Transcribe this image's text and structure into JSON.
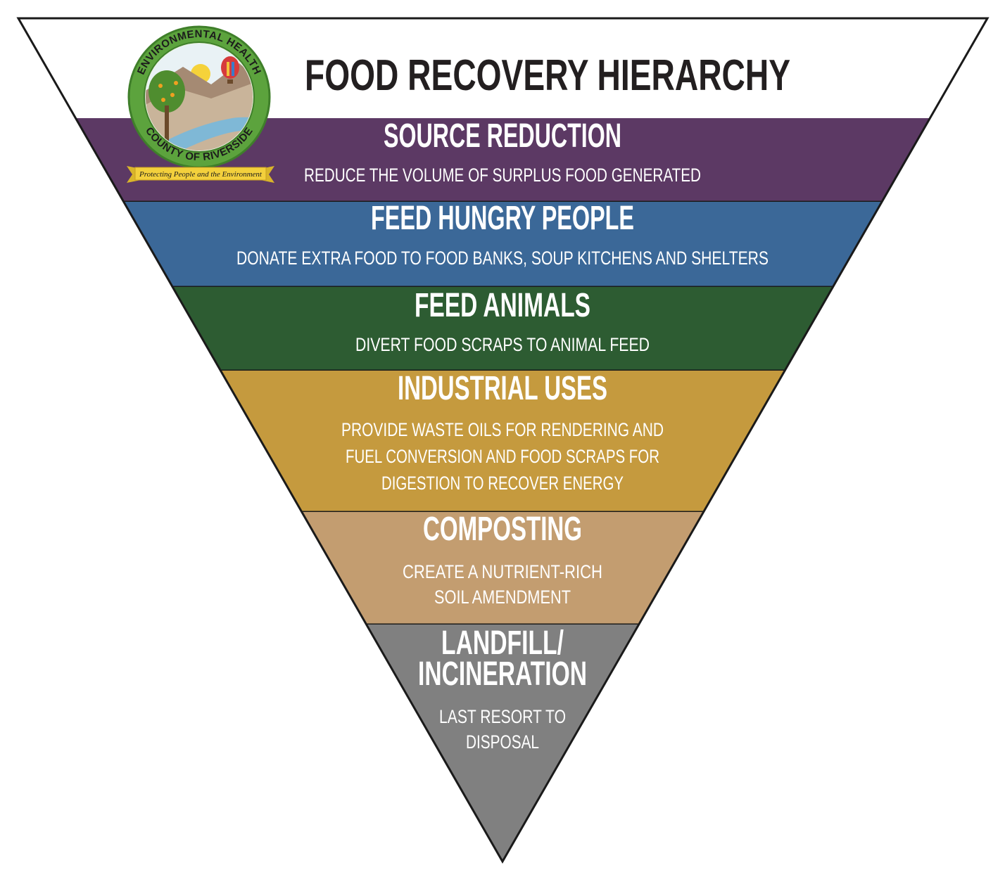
{
  "title": "FOOD RECOVERY HIERARCHY",
  "logo": {
    "top_text": "ENVIRONMENTAL HEALTH",
    "bottom_text": "COUNTY OF RIVERSIDE",
    "banner": "Protecting People and the Environment"
  },
  "levels": [
    {
      "title": "SOURCE REDUCTION",
      "description": [
        "REDUCE THE VOLUME OF SURPLUS FOOD GENERATED"
      ],
      "color": "#5c3964"
    },
    {
      "title": "FEED HUNGRY PEOPLE",
      "description": [
        "DONATE EXTRA FOOD TO FOOD BANKS, SOUP KITCHENS AND SHELTERS"
      ],
      "color": "#3b6898"
    },
    {
      "title": "FEED ANIMALS",
      "description": [
        "DIVERT FOOD SCRAPS TO ANIMAL FEED"
      ],
      "color": "#2d5c32"
    },
    {
      "title": "INDUSTRIAL USES",
      "description": [
        "PROVIDE WASTE OILS FOR RENDERING AND",
        "FUEL CONVERSION AND FOOD SCRAPS FOR",
        "DIGESTION TO RECOVER ENERGY"
      ],
      "color": "#c59a3e"
    },
    {
      "title": "COMPOSTING",
      "description": [
        "CREATE A NUTRIENT-RICH",
        "SOIL AMENDMENT"
      ],
      "color": "#c39d70"
    },
    {
      "title": [
        "LANDFILL/",
        "INCINERATION"
      ],
      "description": [
        "LAST RESORT TO",
        "DISPOSAL"
      ],
      "color": "#808080"
    }
  ]
}
